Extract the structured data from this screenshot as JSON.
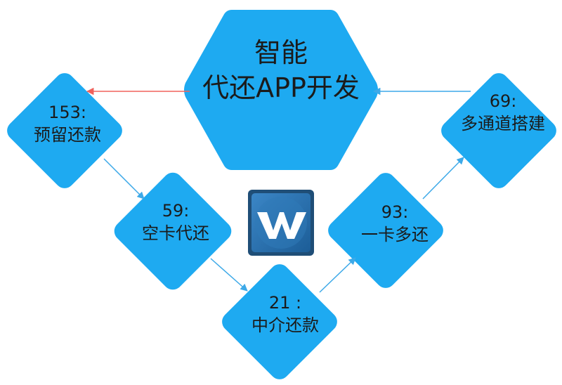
{
  "diagram": {
    "center": {
      "line1": "智能",
      "line2": "代还APP开发"
    },
    "nodes": [
      {
        "num": "153:",
        "text": "预留还款"
      },
      {
        "num": "59:",
        "text": "空卡代还"
      },
      {
        "num": "21 :",
        "text": "中介还款"
      },
      {
        "num": "93:",
        "text": "一卡多还"
      },
      {
        "num": "69:",
        "text": "多通道搭建"
      }
    ],
    "logo_letter": "W"
  },
  "colors": {
    "shape_fill": "#1eaaf1",
    "arrow": "#3da9e8",
    "arrow_highlight": "#f0625c",
    "logo_bg": "#1f4e77",
    "logo_letter": "#ffffff"
  }
}
